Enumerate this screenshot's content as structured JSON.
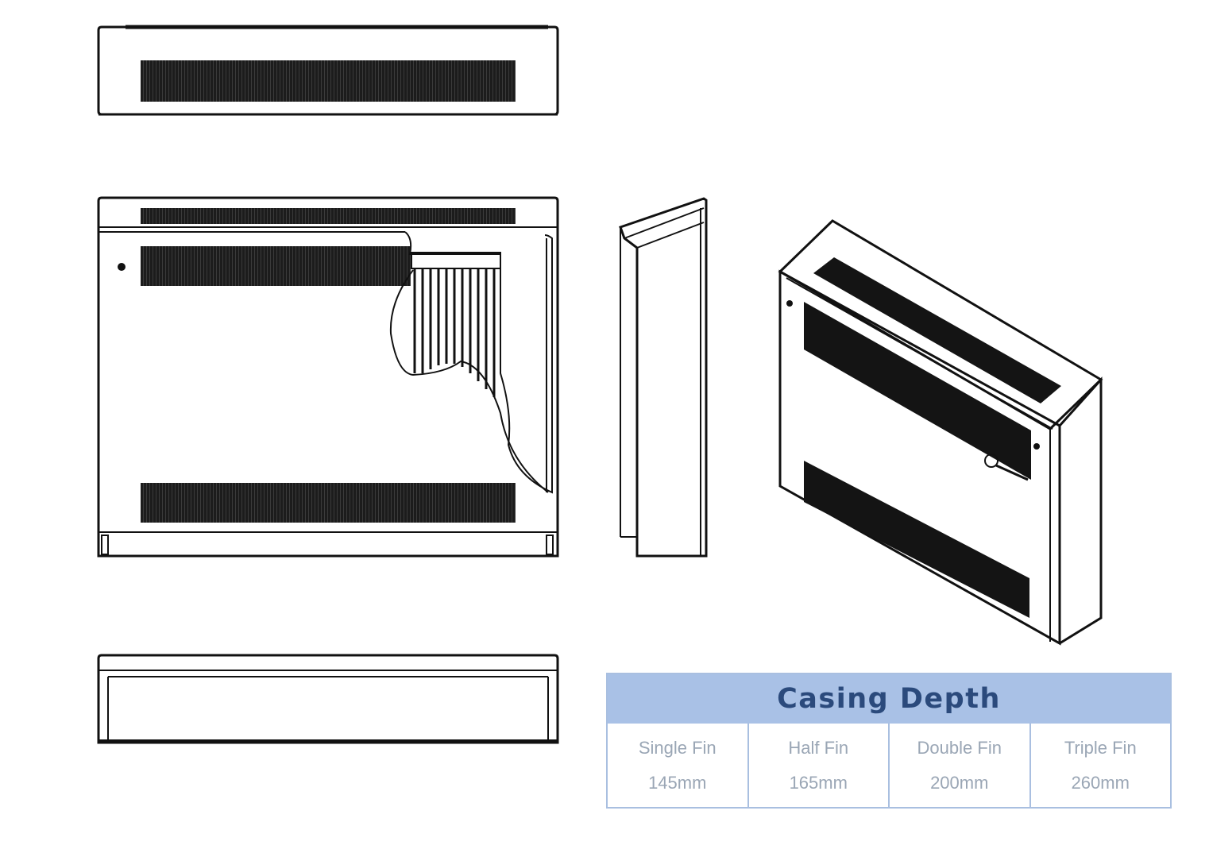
{
  "casing_table": {
    "title": "Casing Depth",
    "columns": [
      {
        "fin": "Single Fin",
        "depth": "145mm"
      },
      {
        "fin": "Half Fin",
        "depth": "165mm"
      },
      {
        "fin": "Double Fin",
        "depth": "200mm"
      },
      {
        "fin": "Triple Fin",
        "depth": "260mm"
      }
    ]
  },
  "colors": {
    "line": "#111111",
    "table_header": "#a9c1e6",
    "table_border": "#a9bfe0",
    "title_text": "#2b4a7c",
    "cell_text": "#9aa6b5"
  }
}
